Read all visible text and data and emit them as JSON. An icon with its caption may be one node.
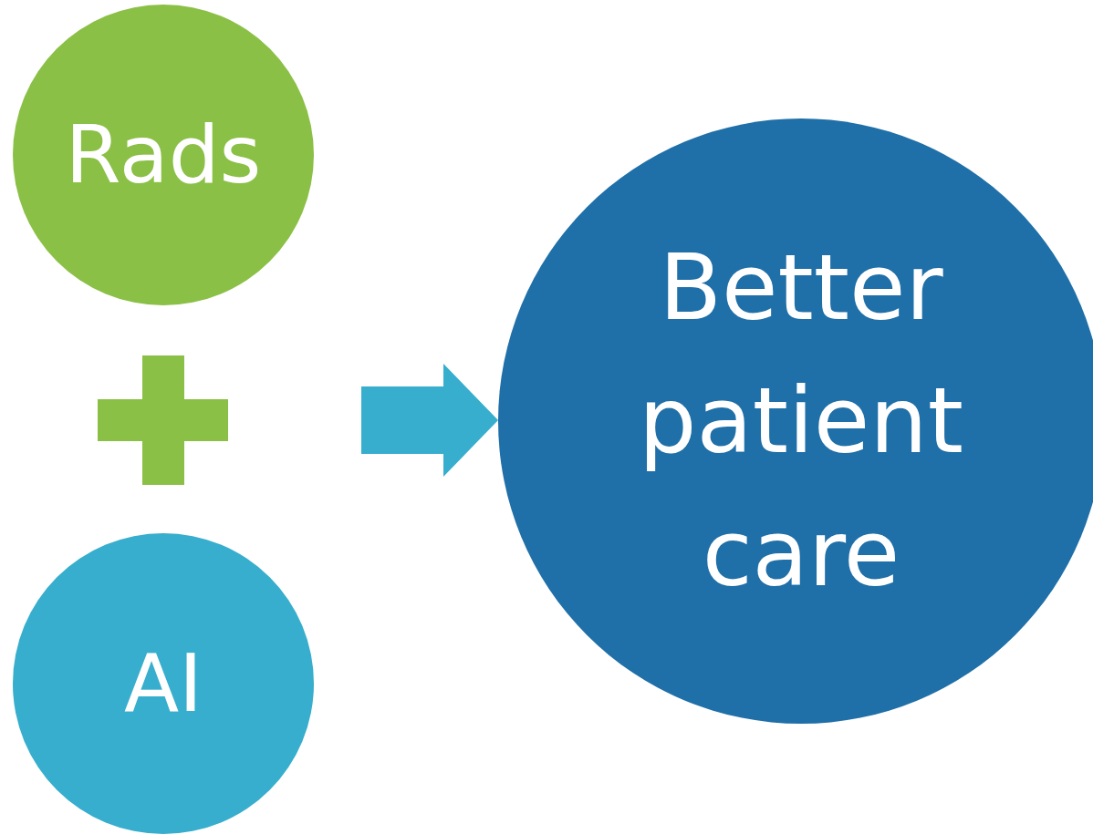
{
  "diagram": {
    "nodes": [
      {
        "text": [
          "Rads"
        ]
      },
      {
        "text": [
          "AI"
        ]
      },
      {
        "text": [
          "Better patient care"
        ]
      }
    ],
    "edges": [
      {
        "from": null,
        "to": 2,
        "arrow": "to"
      }
    ]
  }
}
